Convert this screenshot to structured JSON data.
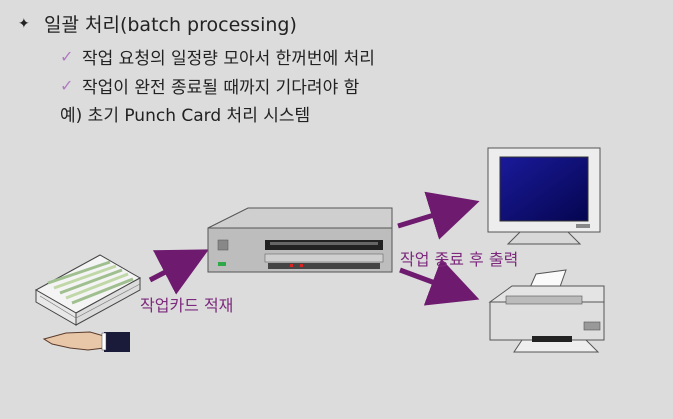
{
  "slide": {
    "title": "일괄 처리(batch processing)",
    "bullets": [
      "작업 요청의 일정량 모아서 한꺼번에 처리",
      "작업이 완전 종료될 때까지 기다려야 함"
    ],
    "example": "예) 초기 Punch Card 처리 시스템"
  },
  "diagram": {
    "label_cards": "작업카드 적재",
    "label_output": "작업 종료 후 출력",
    "icons": [
      "punch-card-deck-icon",
      "hand-icon",
      "computer-unit-icon",
      "monitor-icon",
      "printer-icon"
    ],
    "colors": {
      "arrow": "#6e1a6e",
      "caption": "#7d2a7d",
      "check": "#b07ac0",
      "screen": "#0a0a7a"
    }
  }
}
